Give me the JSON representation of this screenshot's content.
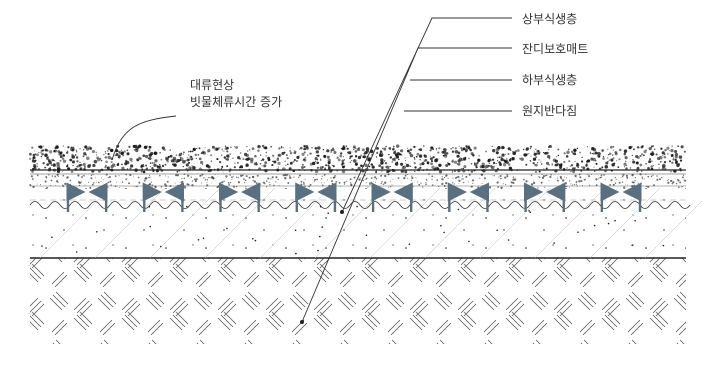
{
  "layers": [
    {
      "label": "상부식생층"
    },
    {
      "label": "잔디보호매트"
    },
    {
      "label": "하부식생층"
    },
    {
      "label": "원지반다짐"
    }
  ],
  "annotation": {
    "line1": "대류현상",
    "line2": "빗물체류시간 증가"
  },
  "colors": {
    "line": "#333333",
    "arrow": "#5a6f80",
    "grass": "#1a1a1a",
    "base_stroke": "#555555"
  },
  "arrow_count": 16
}
